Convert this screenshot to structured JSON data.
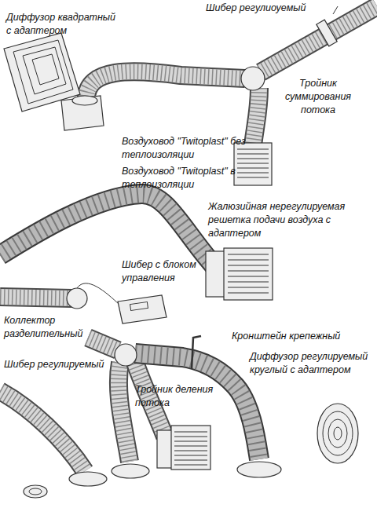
{
  "diagram": {
    "labels": [
      "Диффузор квадратный с адаптером",
      "Шибер регулиоуемый",
      "Тройник суммирования потока",
      "Воздуховод \"Twitoplast\" без теплоизоляции",
      "Воздуховод \"Twitoplast\" в теплоизоляции",
      "Жалюзийная нерегулируемая решетка подачи воздуха с адаптером",
      "Шибер с блоком управления",
      "Коллектор разделительный",
      "Кронштейн крепежный",
      "Диффузор регулируемый круглый с адаптером",
      "Шибер регулируемый",
      "Тройник деления потока"
    ]
  }
}
